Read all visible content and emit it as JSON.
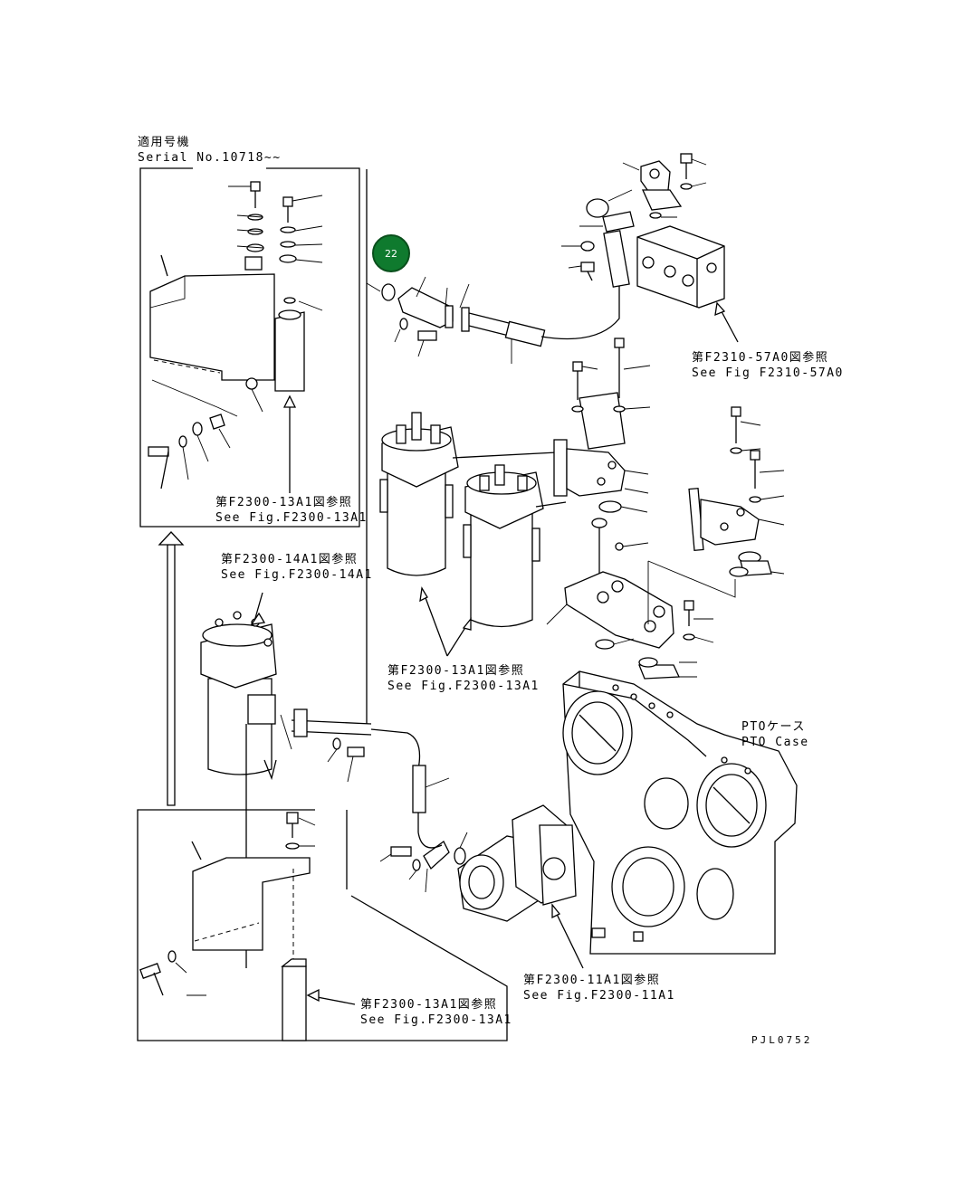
{
  "applicable_serial": {
    "jp": "適用号機",
    "en": "Serial No.10718~~"
  },
  "references": [
    {
      "id": "ref-f2310-57a0",
      "jp": "第F2310-57A0図参照",
      "en": "See Fig F2310-57A0"
    },
    {
      "id": "ref-f2300-13a1-inset",
      "jp": "第F2300-13A1図参照",
      "en": "See Fig.F2300-13A1"
    },
    {
      "id": "ref-f2300-14a1",
      "jp": "第F2300-14A1図参照",
      "en": "See Fig.F2300-14A1"
    },
    {
      "id": "ref-f2300-13a1-center",
      "jp": "第F2300-13A1図参照",
      "en": "See Fig.F2300-13A1"
    },
    {
      "id": "ref-f2300-11a1",
      "jp": "第F2300-11A1図参照",
      "en": "See Fig.F2300-11A1"
    },
    {
      "id": "ref-f2300-13a1-bottom",
      "jp": "第F2300-13A1図参照",
      "en": "See Fig.F2300-13A1"
    }
  ],
  "pto_case": {
    "jp": "PTOケース",
    "en": "PTO Case"
  },
  "callout": {
    "number": "22"
  },
  "drawing_code": "PJL0752",
  "colors": {
    "callout_fill": "#0f7a2e",
    "line": "#000000"
  }
}
